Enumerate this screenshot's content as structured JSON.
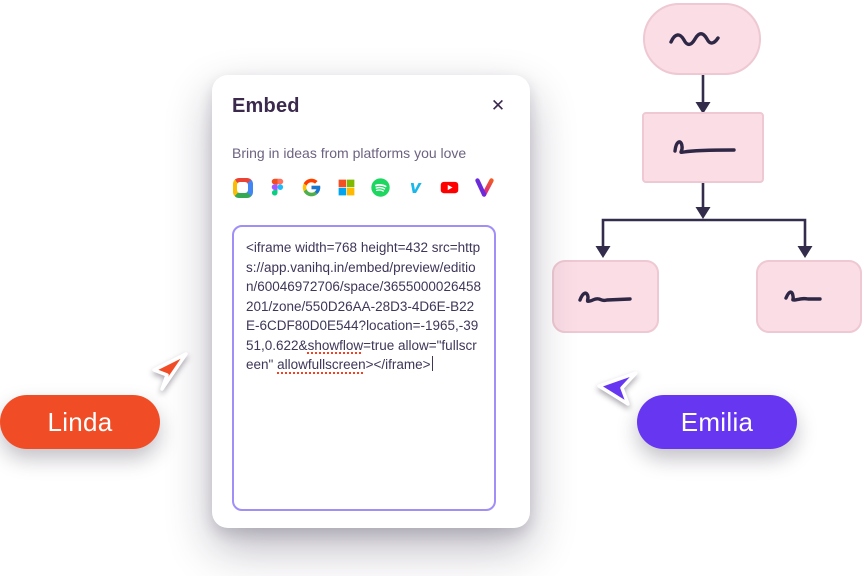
{
  "modal": {
    "title": "Embed",
    "close_icon": "✕",
    "subtitle": "Bring in ideas from platforms you love",
    "platforms": [
      {
        "name": "Chrome",
        "icon": "chrome-icon"
      },
      {
        "name": "Figma",
        "icon": "figma-icon"
      },
      {
        "name": "Google",
        "icon": "google-icon"
      },
      {
        "name": "Microsoft",
        "icon": "microsoft-icon"
      },
      {
        "name": "Spotify",
        "icon": "spotify-icon"
      },
      {
        "name": "Vimeo",
        "icon": "vimeo-icon"
      },
      {
        "name": "YouTube",
        "icon": "youtube-icon"
      },
      {
        "name": "Vani",
        "icon": "vani-icon"
      }
    ],
    "embed_code": "<iframe width=768 height=432 src=https://app.vanihq.in/embed/preview/edition/60046972706/space/3655000026458201/zone/550D26AA-28D3-4D6E-B22E-6CDF80D0E544?location=-1965,-3951,0.622&showflow=true allow=\"fullscreen\" allowfullscreen></iframe>",
    "misspelled_words": [
      "showflow",
      "allowfullscreen"
    ]
  },
  "collaborators": [
    {
      "name": "Linda",
      "color": "#F04D26",
      "cursor_direction": "northeast"
    },
    {
      "name": "Emilia",
      "color": "#6636F1",
      "cursor_direction": "west"
    }
  ],
  "flowchart": {
    "nodes": [
      {
        "id": "start",
        "shape": "stadium",
        "content": "scribble"
      },
      {
        "id": "step-1",
        "shape": "rectangle",
        "content": "scribble"
      },
      {
        "id": "branch-left",
        "shape": "rounded-rectangle",
        "content": "scribble"
      },
      {
        "id": "branch-right",
        "shape": "rounded-rectangle",
        "content": "scribble"
      }
    ],
    "edges": [
      {
        "from": "start",
        "to": "step-1"
      },
      {
        "from": "step-1",
        "to": "branch-left"
      },
      {
        "from": "step-1",
        "to": "branch-right"
      }
    ]
  },
  "colors": {
    "linda_accent": "#F04D26",
    "emilia_accent": "#6636F1",
    "textarea_border": "#A18EF7",
    "node_fill": "#FBDDE6",
    "node_stroke": "#EEC8D2",
    "connector": "#332C4A",
    "title_text": "#3B2A4E",
    "subtitle_text": "#6D6280",
    "code_text": "#3F3658",
    "spellcheck_underline": "#EF4123"
  }
}
